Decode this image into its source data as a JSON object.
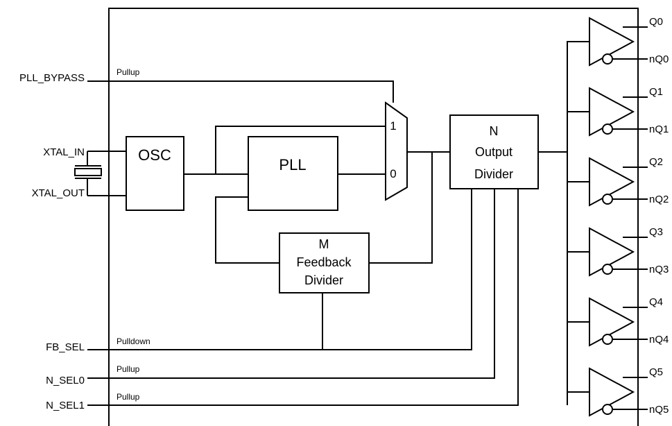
{
  "inputs": {
    "pll_bypass": "PLL_BYPASS",
    "xtal_in": "XTAL_IN",
    "xtal_out": "XTAL_OUT",
    "fb_sel": "FB_SEL",
    "n_sel0": "N_SEL0",
    "n_sel1": "N_SEL1"
  },
  "pulls": {
    "pll_bypass": "Pullup",
    "fb_sel": "Pulldown",
    "n_sel0": "Pullup",
    "n_sel1": "Pullup"
  },
  "blocks": {
    "osc": "OSC",
    "pll": "PLL",
    "feedback_divider": [
      "M",
      "Feedback",
      "Divider"
    ],
    "output_divider": [
      "N",
      "Output",
      "Divider"
    ]
  },
  "mux": {
    "input1": "1",
    "input0": "0"
  },
  "outputs": [
    {
      "q": "Q0",
      "nq": "nQ0"
    },
    {
      "q": "Q1",
      "nq": "nQ1"
    },
    {
      "q": "Q2",
      "nq": "nQ2"
    },
    {
      "q": "Q3",
      "nq": "nQ3"
    },
    {
      "q": "Q4",
      "nq": "nQ4"
    },
    {
      "q": "Q5",
      "nq": "nQ5"
    }
  ]
}
